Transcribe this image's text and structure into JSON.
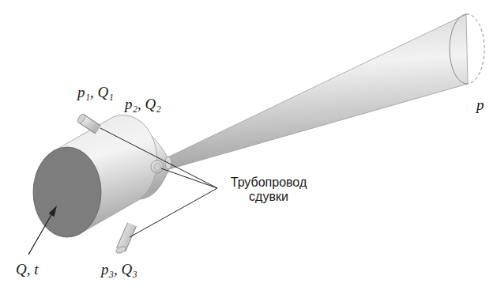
{
  "diagram": {
    "labels": [
      "p₁, Q₁",
      "p₂, Q₂",
      "p₃, Q₃",
      "Q, t",
      "p",
      "Трубопровод сдувки"
    ]
  }
}
